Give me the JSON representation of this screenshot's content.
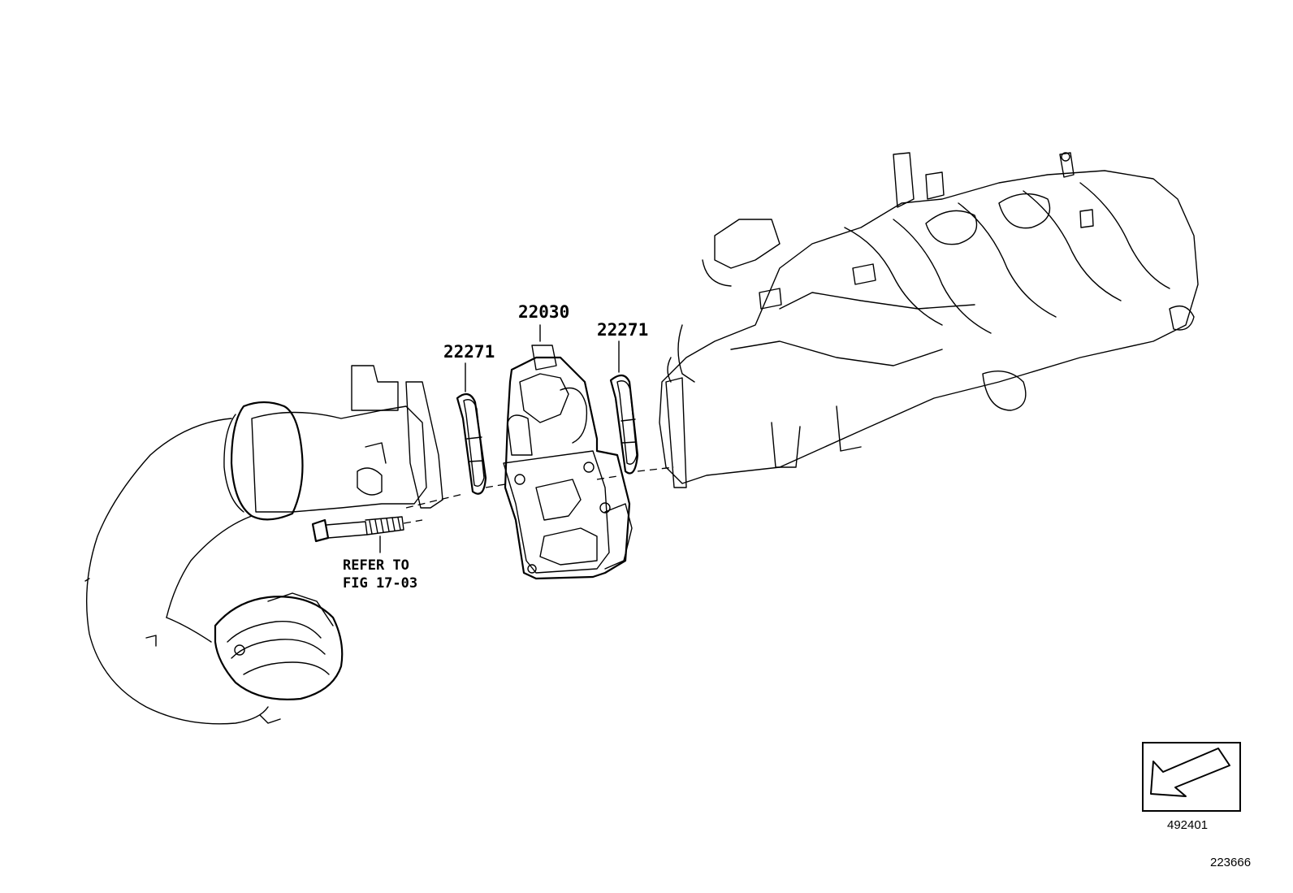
{
  "labels": {
    "gasket_left": "22271",
    "throttle_body": "22030",
    "gasket_right": "22271",
    "refer_line1": "REFER TO",
    "refer_line2": "FIG 17-03"
  },
  "orientation_box": {
    "code": "492401"
  },
  "figure_id": "223666"
}
